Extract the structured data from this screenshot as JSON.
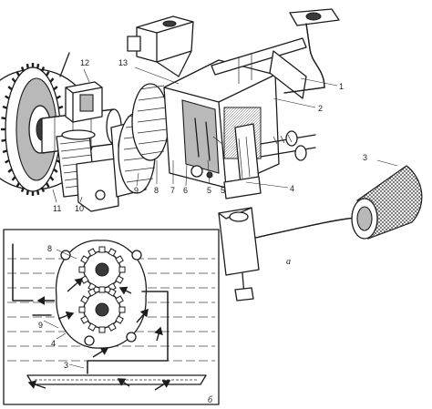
{
  "callouts_main": [
    "1",
    "2",
    "3",
    "4",
    "5",
    "6",
    "7",
    "8",
    "9",
    "10",
    "11",
    "12",
    "13",
    "5"
  ],
  "callouts_inset": [
    "8",
    "9",
    "4",
    "3"
  ],
  "sublabel_a": "а",
  "sublabel_b": "б"
}
